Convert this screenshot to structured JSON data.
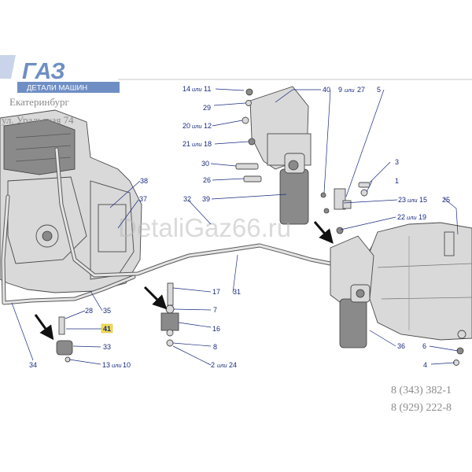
{
  "logo": {
    "brand": "ГАЗ",
    "tagline": "ДЕТАЛИ МАШИН"
  },
  "address": {
    "city": "Екатеринбург",
    "street": "ул. Уральская 74"
  },
  "watermark": "DetaliGaz66.ru",
  "phones": [
    "8 (343) 382-1",
    "8 (929) 222-8"
  ],
  "highlight_color": "#f2dc55",
  "callouts": [
    {
      "id": "c14",
      "main": "14",
      "alt": "11",
      "sep": "или"
    },
    {
      "id": "c29",
      "main": "29"
    },
    {
      "id": "c20",
      "main": "20",
      "alt": "12",
      "sep": "или"
    },
    {
      "id": "c21",
      "main": "21",
      "alt": "18",
      "sep": "или"
    },
    {
      "id": "c30",
      "main": "30"
    },
    {
      "id": "c26",
      "main": "26"
    },
    {
      "id": "c40",
      "main": "40"
    },
    {
      "id": "c9",
      "main": "9",
      "alt": "27",
      "sep": "или"
    },
    {
      "id": "c5",
      "main": "5"
    },
    {
      "id": "c3",
      "main": "3"
    },
    {
      "id": "c1",
      "main": "1"
    },
    {
      "id": "c23",
      "main": "23",
      "alt": "15",
      "sep": "или"
    },
    {
      "id": "c22",
      "main": "22",
      "alt": "19",
      "sep": "или"
    },
    {
      "id": "c25",
      "main": "25"
    },
    {
      "id": "c38",
      "main": "38"
    },
    {
      "id": "c37",
      "main": "37"
    },
    {
      "id": "c32",
      "main": "32"
    },
    {
      "id": "c39",
      "main": "39"
    },
    {
      "id": "c31",
      "main": "31"
    },
    {
      "id": "c17",
      "main": "17"
    },
    {
      "id": "c7",
      "main": "7"
    },
    {
      "id": "c16",
      "main": "16"
    },
    {
      "id": "c8",
      "main": "8"
    },
    {
      "id": "c2",
      "main": "2",
      "alt": "24",
      "sep": "или"
    },
    {
      "id": "c28",
      "main": "28"
    },
    {
      "id": "c35",
      "main": "35"
    },
    {
      "id": "c41",
      "main": "41",
      "highlight": true
    },
    {
      "id": "c33",
      "main": "33"
    },
    {
      "id": "c13",
      "main": "13",
      "alt": "10",
      "sep": "или"
    },
    {
      "id": "c34",
      "main": "34"
    },
    {
      "id": "c36",
      "main": "36"
    },
    {
      "id": "c6",
      "main": "6"
    },
    {
      "id": "c4",
      "main": "4"
    }
  ]
}
